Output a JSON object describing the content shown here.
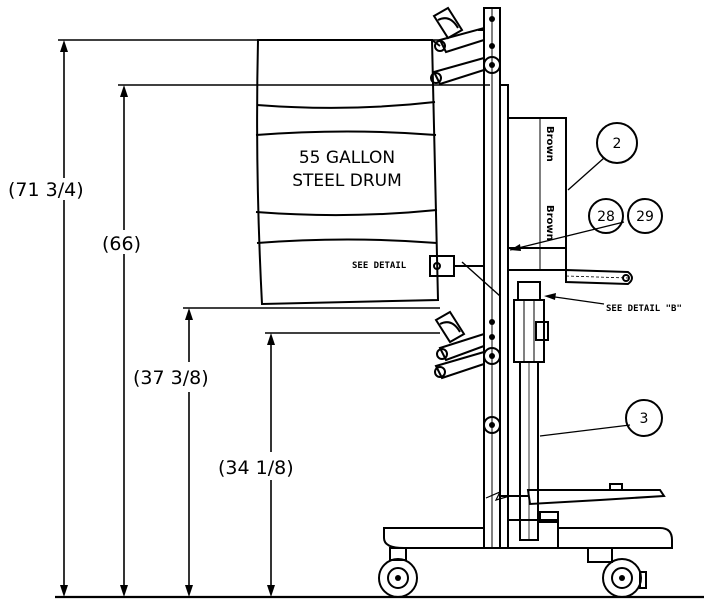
{
  "dimensions": {
    "overall": "(71  3/4)",
    "drum_top": "(66)",
    "bracket_upper": "(37  3/8)",
    "bracket_lower": "(34  1/8)"
  },
  "drum_label": {
    "line1": "55 GALLON",
    "line2": "STEEL DRUM"
  },
  "callouts": [
    "2",
    "28",
    "29",
    "3"
  ],
  "detail_notes": {
    "see_detail": "SEE DETAIL",
    "see_detail_b": "SEE DETAIL \"B\""
  },
  "brand_text": "Brown"
}
